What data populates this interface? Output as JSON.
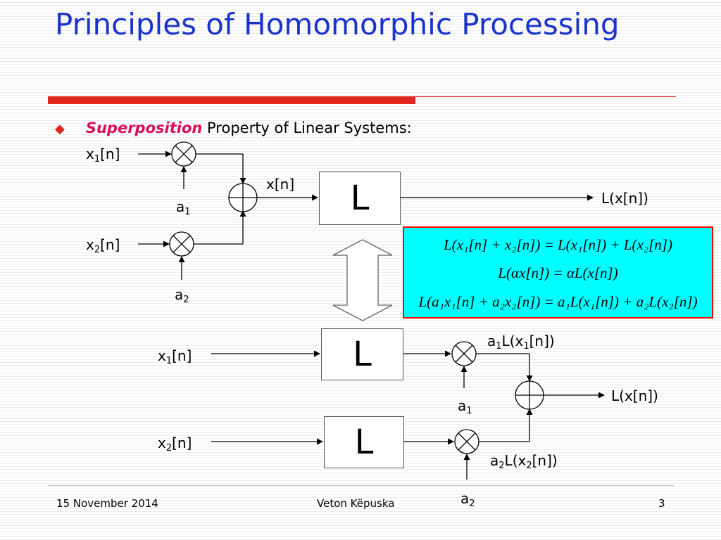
{
  "slide": {
    "title": "Principles of Homomorphic Processing",
    "bullet": {
      "emphasis": "Superposition",
      "rest": " Property of Linear Systems:"
    }
  },
  "top_diagram": {
    "input1": {
      "base": "x",
      "sub": "1",
      "tail": "[n]"
    },
    "gain1": {
      "base": "a",
      "sub": "1"
    },
    "input2": {
      "base": "x",
      "sub": "2",
      "tail": "[n]"
    },
    "gain2": {
      "base": "a",
      "sub": "2"
    },
    "sum_label": "x[n]",
    "system": "L",
    "output": "L(x[n])"
  },
  "equations": [
    "L(x₁[n] + x₂[n]) = L(x₁[n]) + L(x₂[n])",
    "L(αx[n]) = αL(x[n])",
    "L(a₁x₁[n] + a₂x₂[n]) = a₁L(x₁[n]) + a₂L(x₂[n])"
  ],
  "bottom_diagram": {
    "input1": {
      "base": "x",
      "sub": "1",
      "tail": "[n]"
    },
    "input2": {
      "base": "x",
      "sub": "2",
      "tail": "[n]"
    },
    "system1": "L",
    "system2": "L",
    "out1": {
      "pre": "a",
      "pre_sub": "1",
      "mid": "L(x",
      "mid_sub": "1",
      "tail": "[n])"
    },
    "out2": {
      "pre": "a",
      "pre_sub": "2",
      "mid": "L(x",
      "mid_sub": "2",
      "tail": "[n])"
    },
    "gain1": {
      "base": "a",
      "sub": "1"
    },
    "gain2": {
      "base": "a",
      "sub": "2"
    },
    "output": "L(x[n])"
  },
  "footer": {
    "date": "15 November 2014",
    "author": "Veton Këpuska",
    "page": "3"
  }
}
